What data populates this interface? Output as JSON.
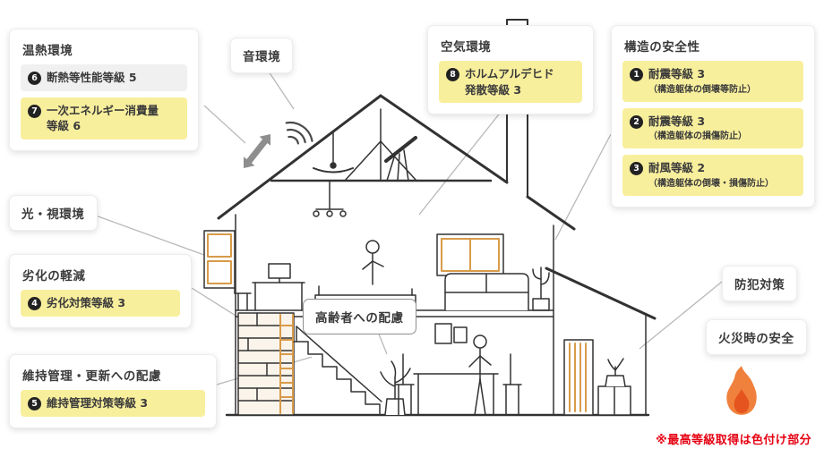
{
  "footnote": "※最高等級取得は色付け部分",
  "colors": {
    "highlight_yellow": "#f8ef9d",
    "item_gray": "#f0f0f0",
    "note_red": "#e60012",
    "flame_outer": "#f0813c",
    "flame_inner": "#e5531f",
    "wood_accent": "#d89b4a"
  },
  "callouts": {
    "thermal": {
      "title": "温熱環境",
      "items": [
        {
          "num": "6",
          "label": "断熱等性能等級 5"
        },
        {
          "num": "7",
          "label_line1": "一次エネルギー消費量",
          "label_line2": "等級 6"
        }
      ]
    },
    "sound": {
      "title": "音環境"
    },
    "air": {
      "title": "空気環境",
      "items": [
        {
          "num": "8",
          "label_line1": "ホルムアルデヒド",
          "label_line2": "発散等級 3"
        }
      ]
    },
    "structure": {
      "title": "構造の安全性",
      "items": [
        {
          "num": "1",
          "label": "耐震等級 3",
          "sub": "（構造躯体の倒壊等防止）"
        },
        {
          "num": "2",
          "label": "耐震等級 3",
          "sub": "（構造躯体の損傷防止）"
        },
        {
          "num": "3",
          "label": "耐風等級 2",
          "sub": "（構造躯体の倒壊・損傷防止）"
        }
      ]
    },
    "light": {
      "title": "光・視環境"
    },
    "deterioration": {
      "title": "劣化の軽減",
      "items": [
        {
          "num": "4",
          "label": "劣化対策等級 3"
        }
      ]
    },
    "maintenance": {
      "title": "維持管理・更新への配慮",
      "items": [
        {
          "num": "5",
          "label": "維持管理対策等級 3"
        }
      ]
    },
    "elderly": {
      "title": "高齢者への配慮"
    },
    "security": {
      "title": "防犯対策"
    },
    "fire": {
      "title": "火災時の安全"
    }
  }
}
